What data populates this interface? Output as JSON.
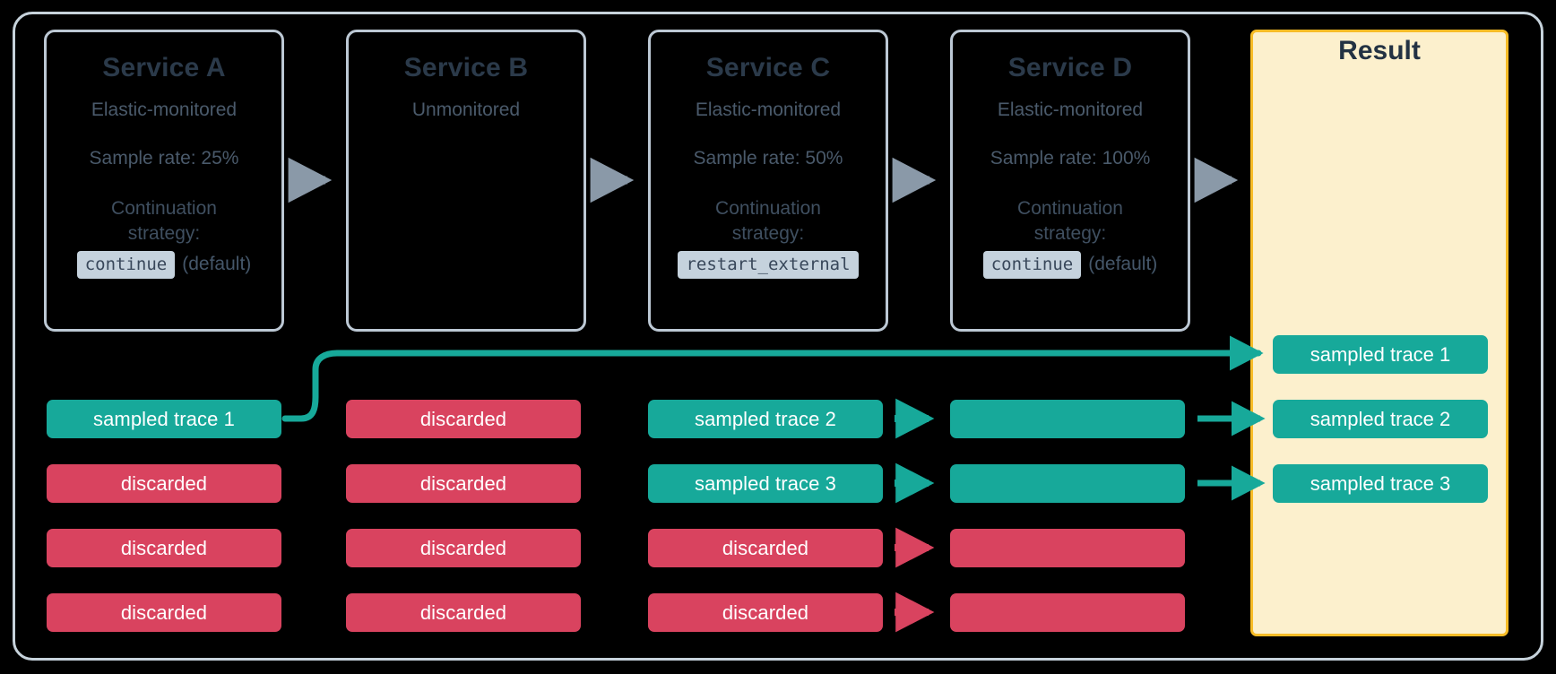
{
  "frame": {
    "bg": "#000000",
    "border_color": "#c6d2db"
  },
  "colors": {
    "teal": "#17a99a",
    "red": "#d9435f",
    "result_bg": "#fcf0cd",
    "result_border": "#f7bc27",
    "panel_border": "#bcc8d4",
    "gray_arrow": "#8a99a8",
    "code_badge_bg": "#c5d2dd"
  },
  "services": [
    {
      "title": "Service A",
      "monitoring": "Elastic-monitored",
      "sample_rate": "Sample rate: 25%",
      "strategy_label": "Continuation\nstrategy:",
      "strategy_line1": "Continuation",
      "strategy_line2": "strategy:",
      "strategy_code": "continue",
      "strategy_note": "(default)"
    },
    {
      "title": "Service B",
      "monitoring": "Unmonitored",
      "sample_rate": "",
      "strategy_line1": "",
      "strategy_line2": "",
      "strategy_code": "",
      "strategy_note": ""
    },
    {
      "title": "Service C",
      "monitoring": "Elastic-monitored",
      "sample_rate": "Sample rate: 50%",
      "strategy_line1": "Continuation",
      "strategy_line2": "strategy:",
      "strategy_code": "restart_external",
      "strategy_note": ""
    },
    {
      "title": "Service D",
      "monitoring": "Elastic-monitored",
      "sample_rate": "Sample rate: 100%",
      "strategy_line1": "Continuation",
      "strategy_line2": "strategy:",
      "strategy_code": "continue",
      "strategy_note": "(default)"
    }
  ],
  "result": {
    "title": "Result"
  },
  "labels": {
    "sampled_trace_1": "sampled trace 1",
    "sampled_trace_2": "sampled trace 2",
    "sampled_trace_3": "sampled trace 3",
    "discarded": "discarded",
    "empty": ""
  },
  "columns": [
    {
      "service": "Service A",
      "rows": [
        {
          "label": "sampled trace 1",
          "state": "teal"
        },
        {
          "label": "discarded",
          "state": "red"
        },
        {
          "label": "discarded",
          "state": "red"
        },
        {
          "label": "discarded",
          "state": "red"
        }
      ]
    },
    {
      "service": "Service B",
      "rows": [
        {
          "label": "discarded",
          "state": "red"
        },
        {
          "label": "discarded",
          "state": "red"
        },
        {
          "label": "discarded",
          "state": "red"
        },
        {
          "label": "discarded",
          "state": "red"
        }
      ]
    },
    {
      "service": "Service C",
      "rows": [
        {
          "label": "sampled trace 2",
          "state": "teal"
        },
        {
          "label": "sampled trace 3",
          "state": "teal"
        },
        {
          "label": "discarded",
          "state": "red"
        },
        {
          "label": "discarded",
          "state": "red"
        }
      ]
    },
    {
      "service": "Service D",
      "rows": [
        {
          "label": "",
          "state": "teal"
        },
        {
          "label": "",
          "state": "teal"
        },
        {
          "label": "",
          "state": "red"
        },
        {
          "label": "",
          "state": "red"
        }
      ]
    }
  ],
  "result_rows": [
    {
      "label": "sampled trace 1",
      "state": "teal"
    },
    {
      "label": "sampled trace 2",
      "state": "teal"
    },
    {
      "label": "sampled trace 3",
      "state": "teal"
    }
  ],
  "icons": {
    "flow_arrow": "right-arrow-icon",
    "connector": "curved-connector-icon"
  }
}
